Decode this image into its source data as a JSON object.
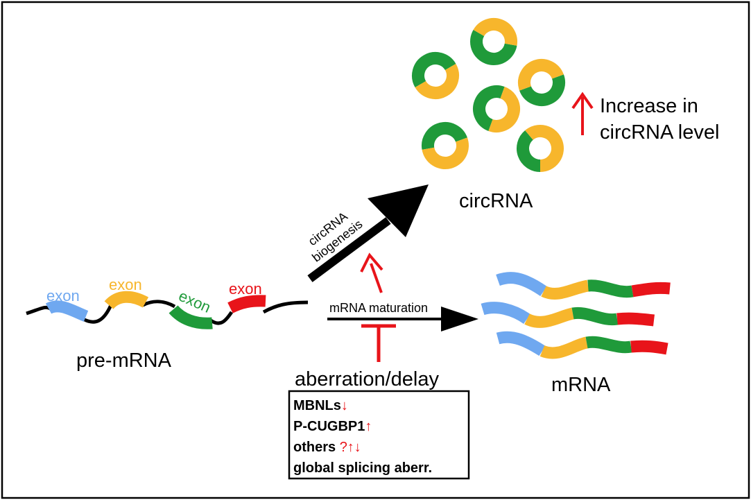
{
  "colors": {
    "blue": "#6fa8f0",
    "orange": "#f7b62c",
    "green": "#1f9a3a",
    "red": "#e8141a",
    "black": "#000000"
  },
  "labels": {
    "exon_blue": "exon",
    "exon_orange": "exon",
    "exon_green": "exon",
    "exon_red": "exon",
    "pre_mrna": "pre-mRNA",
    "circ_biogenesis_line1": "circRNA",
    "circ_biogenesis_line2": "biogenesis",
    "circrna": "circRNA",
    "increase_line1": "Increase in",
    "increase_line2": "circRNA level",
    "mrna_maturation": "mRNA maturation",
    "mrna": "mRNA",
    "aberration": "aberration/delay"
  },
  "factors": [
    {
      "name": "MBNLs",
      "change": "↓"
    },
    {
      "name": "P-CUGBP1",
      "change": "↑"
    },
    {
      "name": "others ",
      "change": "?↑↓"
    },
    {
      "name": "global splicing aberr.",
      "change": ""
    }
  ]
}
